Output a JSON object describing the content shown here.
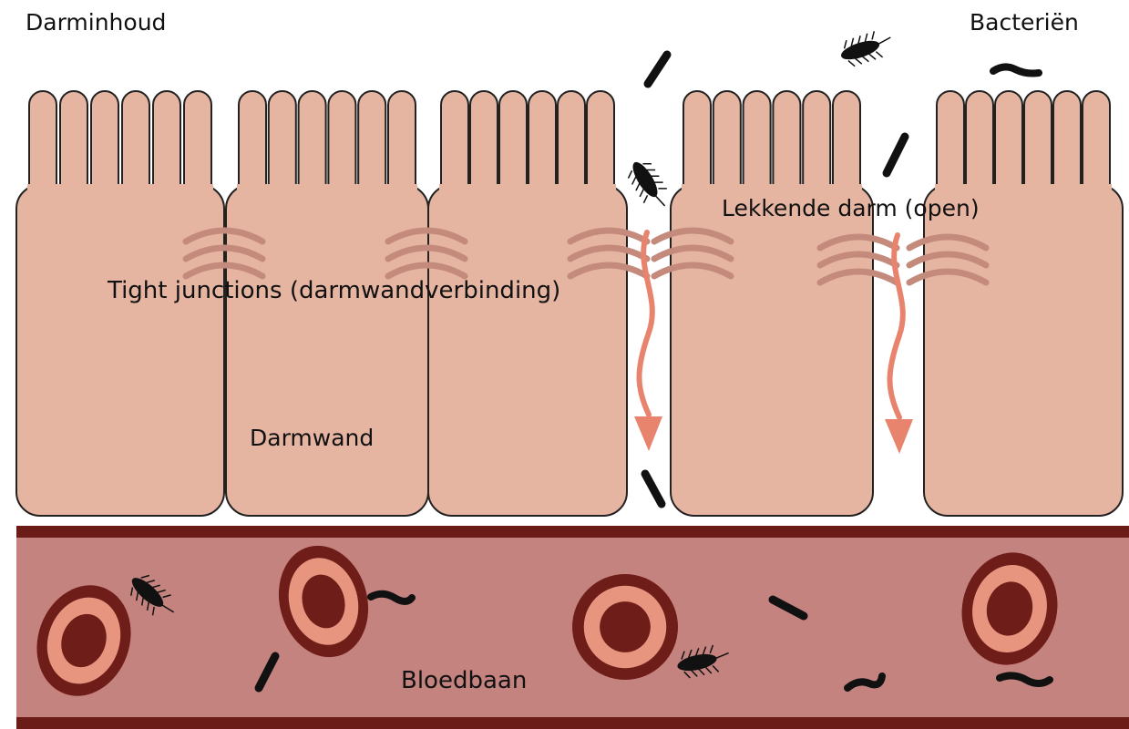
{
  "labels": {
    "darminhoud": "Darminhoud",
    "bacterien": "Bacteriën",
    "lekkende_darm": "Lekkende darm (open)",
    "tight_junctions": "Tight junctions (darmwandverbinding)",
    "darmwand": "Darmwand",
    "bloedbaan": "Bloedbaan"
  },
  "colors": {
    "cell_fill": "#e6b5a1",
    "cell_stroke": "#222222",
    "junction": "#c48a7c",
    "leak_arrow": "#e8846d",
    "bloodstream_fill": "#c4837f",
    "bloodstream_border": "#6b1c17",
    "blood_cell_outer": "#6e1d19",
    "blood_cell_ring": "#e89580",
    "blood_cell_core": "#6e1d19",
    "bacteria": "#111111"
  },
  "elements": {
    "epithelial_cells": 5,
    "leaks": 2,
    "red_blood_cells": 4
  }
}
